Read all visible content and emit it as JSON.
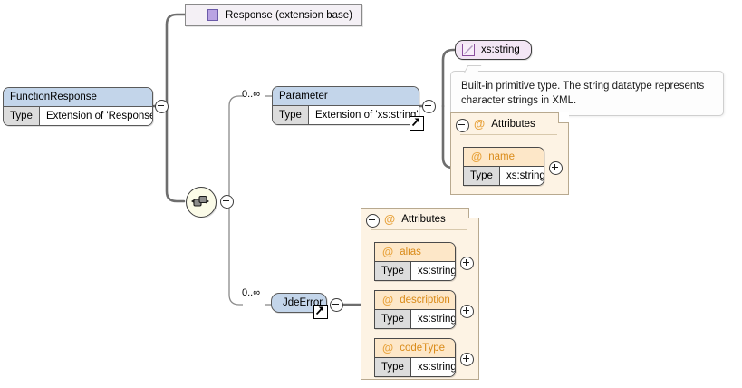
{
  "diagram": {
    "kind": "xsd-schema-diagram",
    "root": {
      "name": "FunctionResponse",
      "type_key": "Type",
      "type_value": "Extension of 'Response'",
      "toggle": "minus"
    },
    "base": {
      "label": "Response (extension base)",
      "toggle": "plus",
      "icon": "element-square-icon"
    },
    "compositor": {
      "name": "sequence-compositor",
      "toggle": "minus"
    },
    "parameter": {
      "multiplicity": "0..∞",
      "name": "Parameter",
      "type_key": "Type",
      "type_value": "Extension of 'xs:string'",
      "toggle": "minus",
      "link_badge": "link-arrow-icon"
    },
    "simple_type": {
      "label": "xs:string",
      "icon": "simple-type-icon",
      "tooltip": "Built-in primitive type. The string datatype represents character strings in XML."
    },
    "parameter_attributes": {
      "title": "Attributes",
      "toggle": "minus",
      "at_symbol": "@",
      "items": [
        {
          "name": "name",
          "type_key": "Type",
          "type_value": "xs:string",
          "toggle": "plus"
        }
      ]
    },
    "jde_error": {
      "multiplicity": "0..∞",
      "label": "JdeError",
      "toggle": "minus",
      "link_badge": "link-arrow-icon"
    },
    "jde_error_attributes": {
      "title": "Attributes",
      "toggle": "minus",
      "at_symbol": "@",
      "items": [
        {
          "name": "alias",
          "type_key": "Type",
          "type_value": "xs:string",
          "toggle": "plus"
        },
        {
          "name": "description",
          "type_key": "Type",
          "type_value": "xs:string",
          "toggle": "plus"
        },
        {
          "name": "codeType",
          "type_key": "Type",
          "type_value": "xs:string",
          "toggle": "plus"
        }
      ]
    },
    "colors": {
      "complex_header": "#c3d5ea",
      "attribute_header": "#fde7c8",
      "attribute_container": "#fdf3e4",
      "simple_type": "#f3e6f5",
      "base_bar": "#f4f0f5",
      "at_symbol": "#e8a33d",
      "connector": "#6e6e6e"
    }
  }
}
